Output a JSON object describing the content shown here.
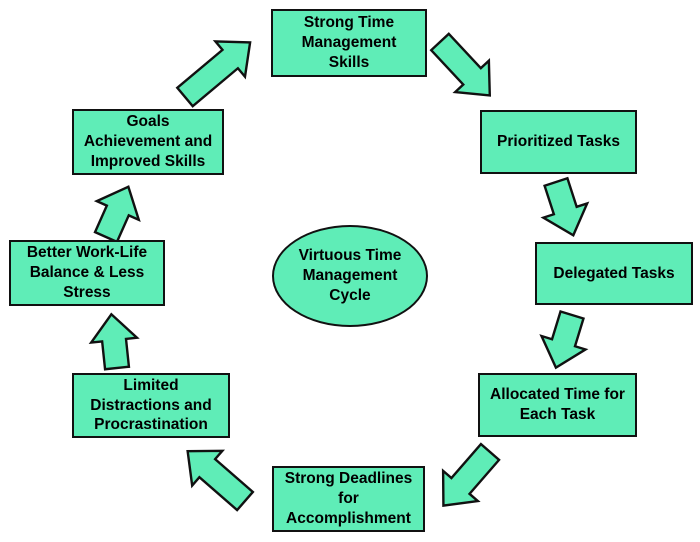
{
  "diagram": {
    "title": "Virtuous Time Management Cycle",
    "center": {
      "label": "Virtuous Time\nManagement\nCycle"
    },
    "nodes": [
      {
        "id": "strong-time-management-skills",
        "label": "Strong Time\nManagement\nSkills"
      },
      {
        "id": "prioritized-tasks",
        "label": "Prioritized Tasks"
      },
      {
        "id": "delegated-tasks",
        "label": "Delegated Tasks"
      },
      {
        "id": "allocated-time-for-each-task",
        "label": "Allocated Time for\nEach Task"
      },
      {
        "id": "strong-deadlines-for-accomplishment",
        "label": "Strong Deadlines\nfor\nAccomplishment"
      },
      {
        "id": "limited-distractions-and-procrastination",
        "label": "Limited\nDistractions and\nProcrastination"
      },
      {
        "id": "better-work-life-balance-less-stress",
        "label": "Better Work-Life\nBalance & Less\nStress"
      },
      {
        "id": "goals-achievement-and-improved-skills",
        "label": "Goals\nAchievement and\nImproved Skills"
      }
    ],
    "cycle_order": [
      "strong-time-management-skills",
      "prioritized-tasks",
      "delegated-tasks",
      "allocated-time-for-each-task",
      "strong-deadlines-for-accomplishment",
      "limited-distractions-and-procrastination",
      "better-work-life-balance-less-stress",
      "goals-achievement-and-improved-skills"
    ]
  },
  "colors": {
    "shape_fill": "#5FEDB7",
    "shape_border": "#111111",
    "text": "#000000",
    "background": "#ffffff"
  }
}
